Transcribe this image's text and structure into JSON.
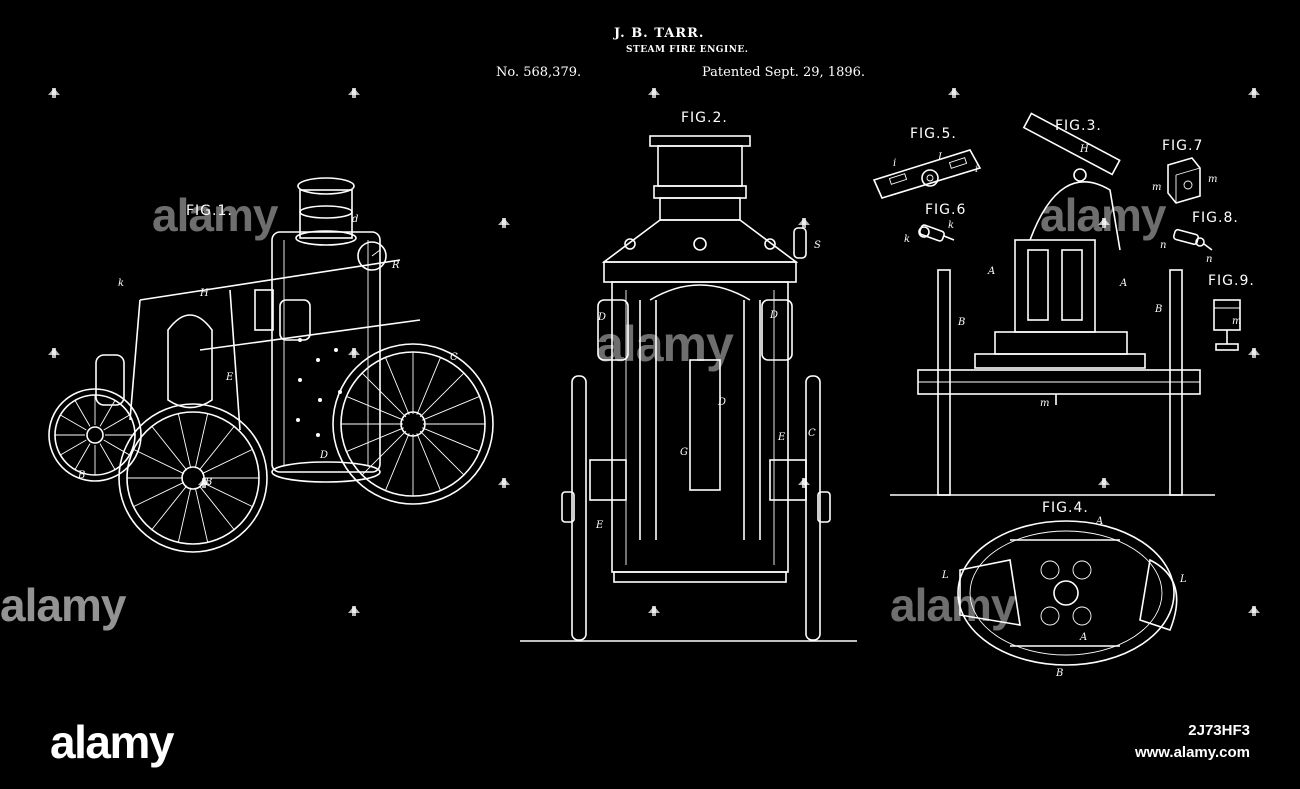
{
  "header": {
    "inventor": "J. B. TARR.",
    "title": "STEAM FIRE ENGINE.",
    "patent_no": "No. 568,379.",
    "patented": "Patented Sept. 29, 1896."
  },
  "figures": {
    "fig1": "FIG.1.",
    "fig2": "FIG.2.",
    "fig3": "FIG.3.",
    "fig4": "FIG.4.",
    "fig5": "FIG.5.",
    "fig6": "FIG.6",
    "fig7": "FIG.7",
    "fig8": "FIG.8.",
    "fig9": "FIG.9."
  },
  "watermark": {
    "text": "alamy",
    "image_id": "2J73HF3",
    "site": "www.alamy.com"
  },
  "colors": {
    "background": "#000000",
    "line": "#ffffff"
  }
}
